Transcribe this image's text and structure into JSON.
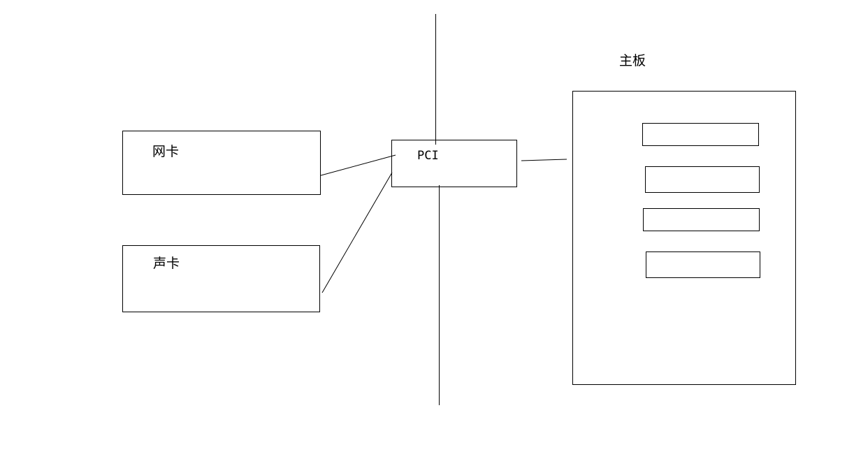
{
  "diagram": {
    "nic_label": "网卡",
    "sound_card_label": "声卡",
    "pci_label": "PCI",
    "motherboard_label": "主板"
  },
  "colors": {
    "stroke": "#000000",
    "background": "#ffffff"
  }
}
